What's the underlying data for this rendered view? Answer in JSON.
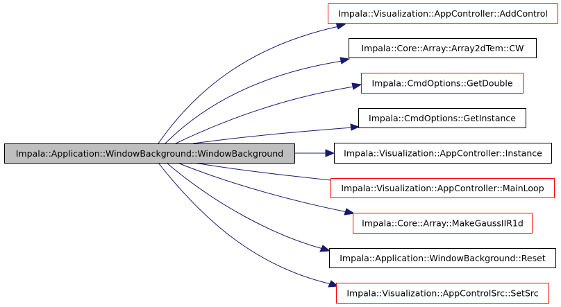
{
  "root": {
    "label": "Impala::Application::WindowBackground::WindowBackground",
    "fill": "#bfbfbf",
    "border": "#000000"
  },
  "targets": [
    {
      "label": "Impala::Visualization::AppController::AddControl",
      "border": "#ff0000"
    },
    {
      "label": "Impala::Core::Array::Array2dTem::CW",
      "border": "#000000"
    },
    {
      "label": "Impala::CmdOptions::GetDouble",
      "border": "#ff0000"
    },
    {
      "label": "Impala::CmdOptions::GetInstance",
      "border": "#000000"
    },
    {
      "label": "Impala::Visualization::AppController::Instance",
      "border": "#000000"
    },
    {
      "label": "Impala::Visualization::AppController::MainLoop",
      "border": "#ff0000"
    },
    {
      "label": "Impala::Core::Array::MakeGaussIIR1d",
      "border": "#ff0000"
    },
    {
      "label": "Impala::Application::WindowBackground::Reset",
      "border": "#000000"
    },
    {
      "label": "Impala::Visualization::AppControlSrc::SetSrc",
      "border": "#ff0000"
    }
  ],
  "edge_color": "#191970"
}
